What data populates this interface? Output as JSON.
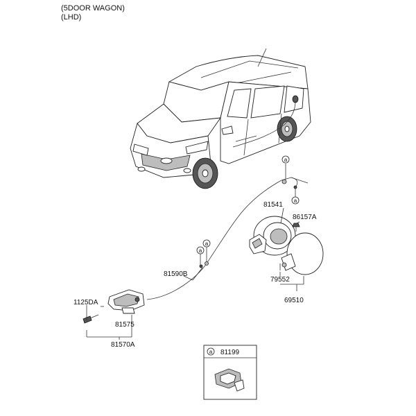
{
  "header": {
    "line1": "(5DOOR WAGON)",
    "line2": "(LHD)"
  },
  "labels": {
    "p81541": "81541",
    "p86157A": "86157A",
    "p81590B": "81590B",
    "p79552": "79552",
    "p69510": "69510",
    "p1125DA": "1125DA",
    "p81575": "81575",
    "p81570A": "81570A",
    "p81199": "81199"
  },
  "marker": "a"
}
